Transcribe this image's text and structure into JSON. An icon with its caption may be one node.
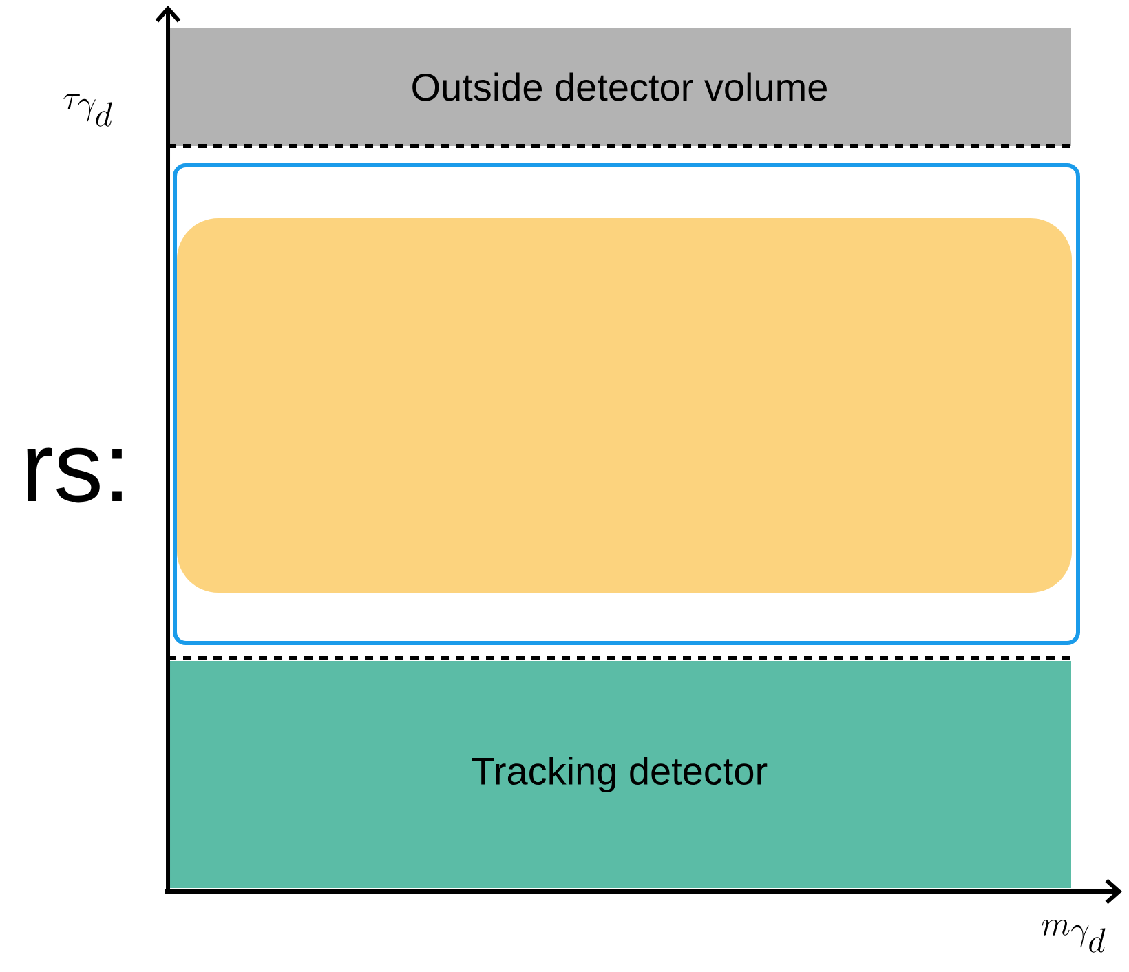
{
  "diagram": {
    "nodes": [
      {
        "text": [
          "Outside detector volume"
        ]
      },
      {
        "text": [],
        "shape": "box"
      },
      {
        "text": [],
        "shape": "box",
        "in": 1
      },
      {
        "text": [
          "Tracking detector"
        ]
      }
    ],
    "labels": [
      "\\tau_{\\gamma_d}",
      "rs:",
      "m_{\\gamma_d}"
    ]
  }
}
